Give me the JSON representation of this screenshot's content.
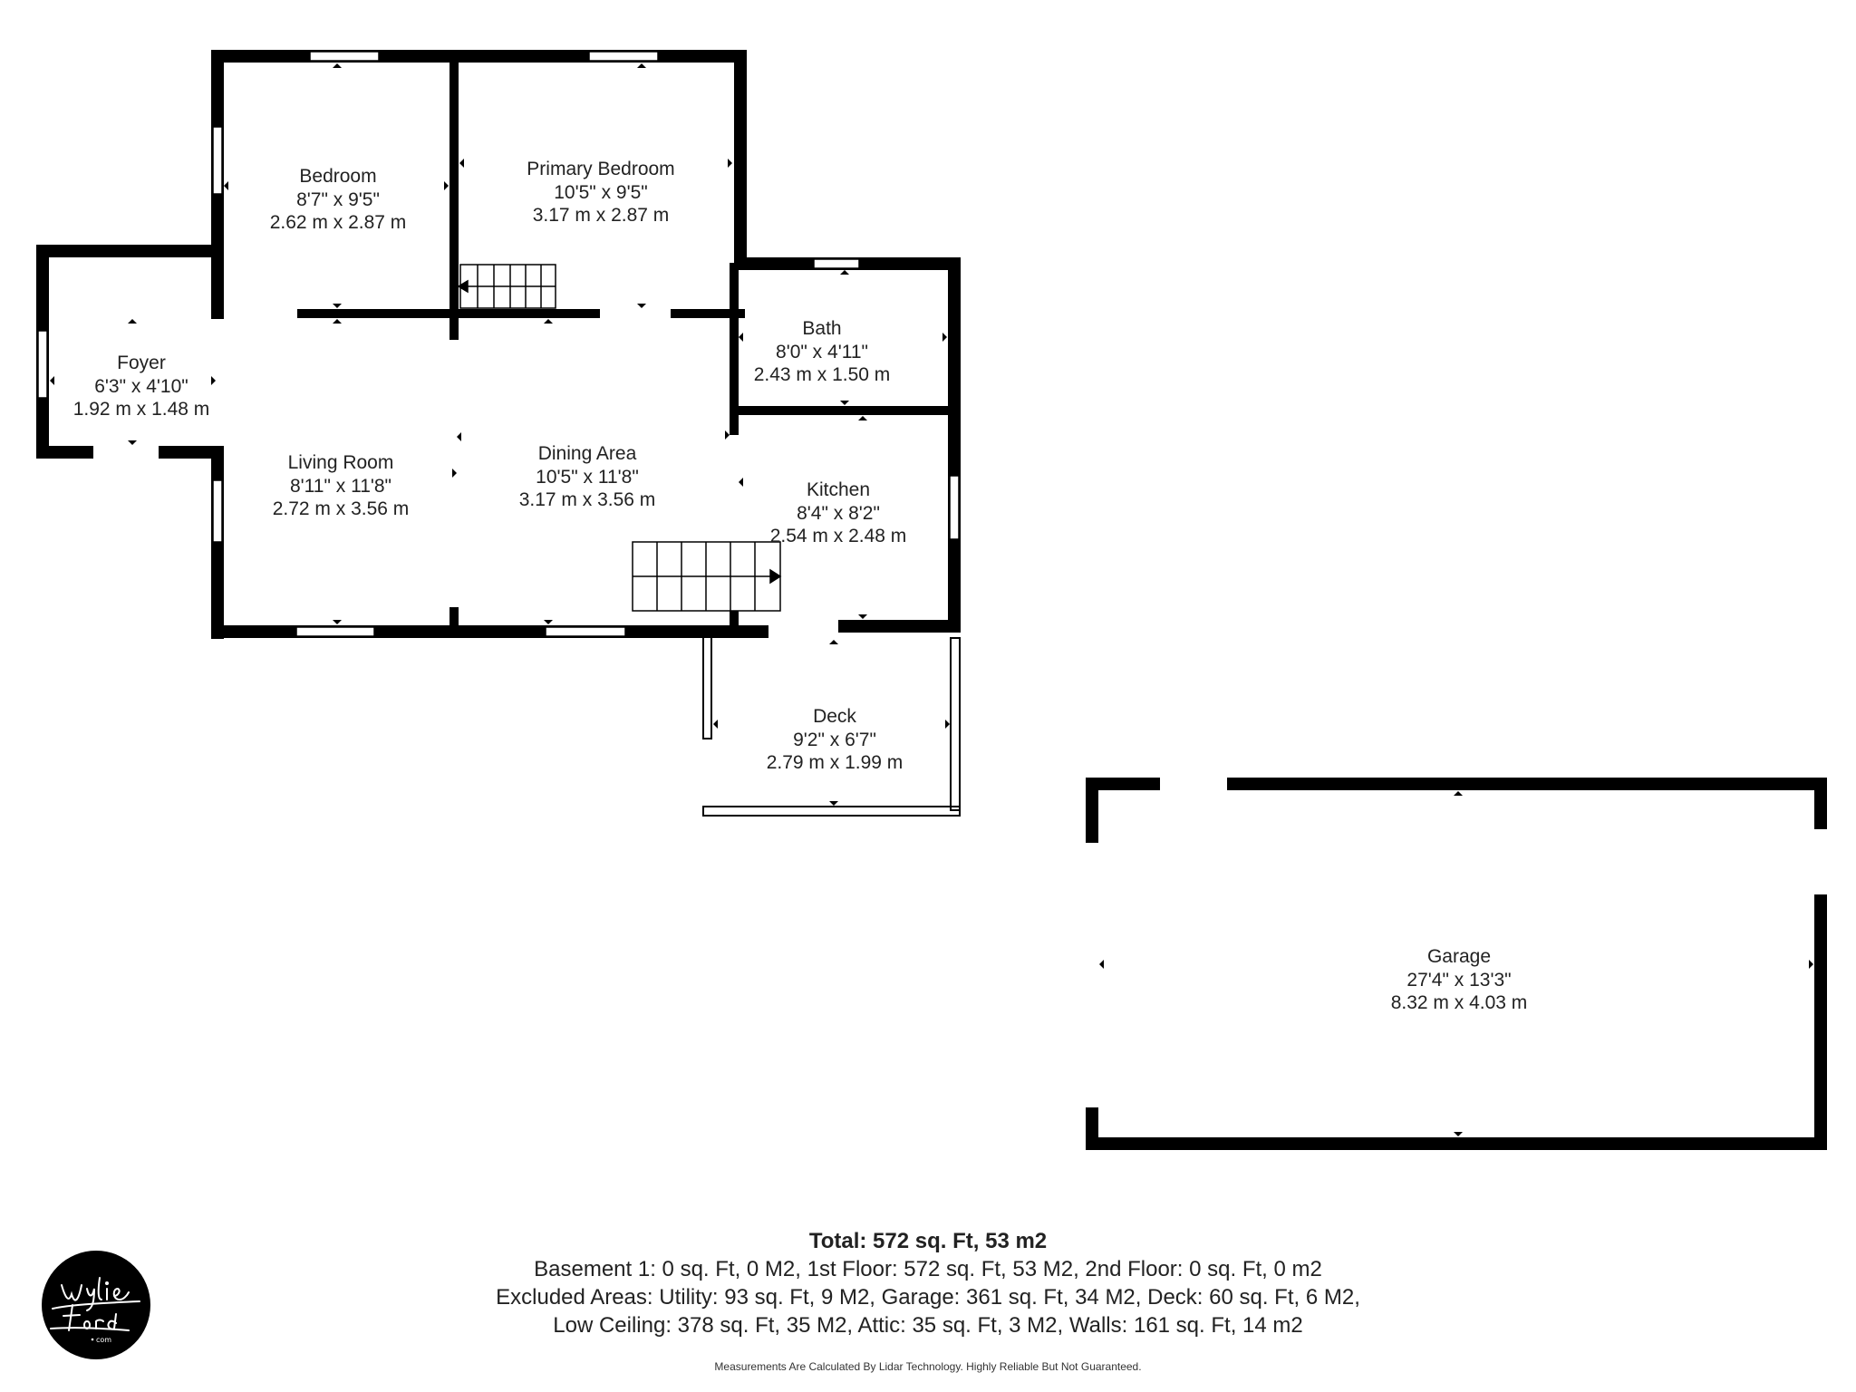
{
  "rooms": {
    "bedroom": {
      "name": "Bedroom",
      "imperial": "8'7\" x 9'5\"",
      "metric": "2.62 m x 2.87 m"
    },
    "primary_bedroom": {
      "name": "Primary Bedroom",
      "imperial": "10'5\" x 9'5\"",
      "metric": "3.17 m x 2.87 m"
    },
    "bath": {
      "name": "Bath",
      "imperial": "8'0\" x 4'11\"",
      "metric": "2.43 m x 1.50 m"
    },
    "foyer": {
      "name": "Foyer",
      "imperial": "6'3\" x 4'10\"",
      "metric": "1.92 m x 1.48 m"
    },
    "living_room": {
      "name": "Living Room",
      "imperial": "8'11\" x 11'8\"",
      "metric": "2.72 m x 3.56 m"
    },
    "dining_area": {
      "name": "Dining Area",
      "imperial": "10'5\" x 11'8\"",
      "metric": "3.17 m x 3.56 m"
    },
    "kitchen": {
      "name": "Kitchen",
      "imperial": "8'4\" x 8'2\"",
      "metric": "2.54 m x 2.48 m"
    },
    "deck": {
      "name": "Deck",
      "imperial": "9'2\" x 6'7\"",
      "metric": "2.79 m x 1.99 m"
    },
    "garage": {
      "name": "Garage",
      "imperial": "27'4\" x 13'3\"",
      "metric": "8.32 m x 4.03 m"
    }
  },
  "summary": {
    "total": "Total: 572 sq. Ft, 53 m2",
    "line1": "Basement 1: 0 sq. Ft, 0 M2, 1st Floor: 572 sq. Ft, 53 M2, 2nd Floor: 0 sq. Ft, 0 m2",
    "line2": "Excluded Areas: Utility: 93 sq. Ft, 9 M2, Garage: 361 sq. Ft, 34 M2, Deck: 60 sq. Ft, 6 M2,",
    "line3": "Low Ceiling: 378 sq. Ft, 35 M2, Attic: 35 sq. Ft, 3 M2, Walls: 161 sq. Ft, 14 m2",
    "note": "Measurements Are Calculated By Lidar Technology. Highly Reliable But Not Guaranteed."
  },
  "logo": {
    "brand": "Wylie Ford .com"
  },
  "colors": {
    "wall": "#000000",
    "text": "#222222",
    "window": "#ffffff"
  }
}
